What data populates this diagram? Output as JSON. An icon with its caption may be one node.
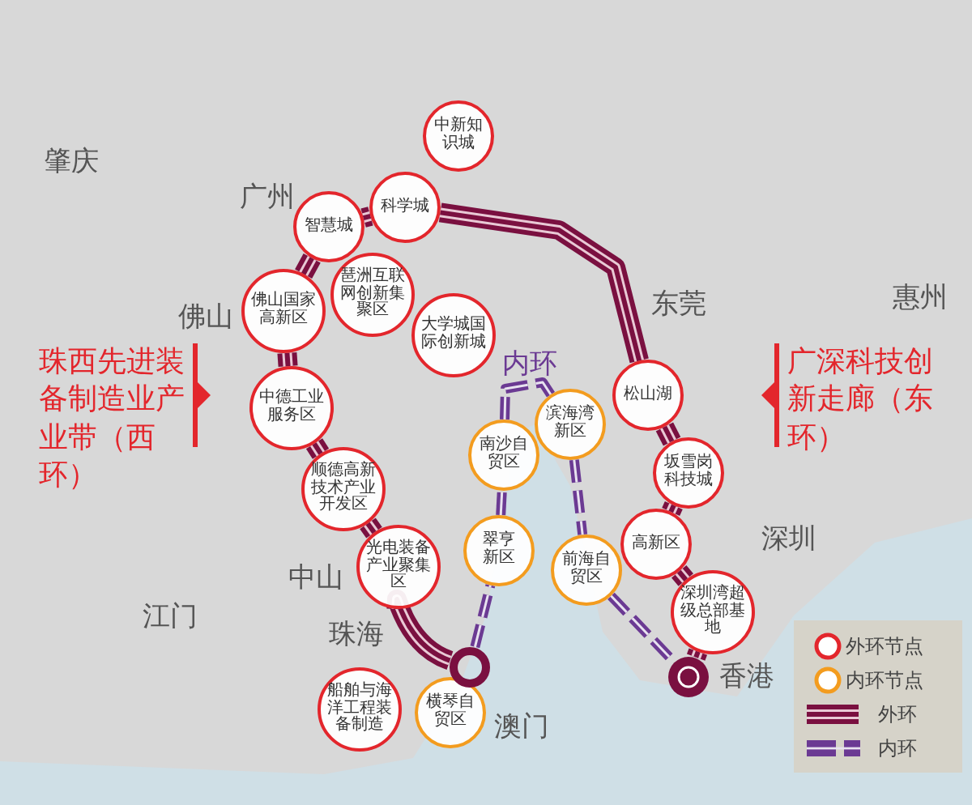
{
  "diagram": {
    "nodes": [
      {
        "text": [
          "中新知识城"
        ]
      },
      {
        "text": [
          "科学城"
        ]
      },
      {
        "text": [
          "智慧城"
        ]
      },
      {
        "text": [
          "琶洲互联网创新集聚区"
        ]
      },
      {
        "text": [
          "大学城国际创新城"
        ]
      },
      {
        "text": [
          "佛山国家高新区"
        ]
      },
      {
        "text": [
          "中德工业服务区"
        ]
      },
      {
        "text": [
          "顺德高新技术产业开发区"
        ]
      },
      {
        "text": [
          "光电装备产业聚集区"
        ]
      },
      {
        "text": [
          "船舶与海洋工程装备制造"
        ]
      },
      {
        "text": [
          "横琴自贸区"
        ]
      },
      {
        "text": [
          "南沙自贸区"
        ]
      },
      {
        "text": [
          "滨海湾新区"
        ]
      },
      {
        "text": [
          "翠亨新区"
        ]
      },
      {
        "text": [
          "前海自贸区"
        ]
      },
      {
        "text": [
          "松山湖"
        ]
      },
      {
        "text": [
          "坂雪岗科技城"
        ]
      },
      {
        "text": [
          "高新区"
        ]
      },
      {
        "text": [
          "深圳湾超级总部基地"
        ]
      },
      {
        "text": [],
        "shape": "circle"
      },
      {
        "text": [],
        "shape": "circle"
      }
    ],
    "edges": [
      {
        "from": 19,
        "to": 8,
        "arrow": "none"
      },
      {
        "from": 8,
        "to": 7,
        "arrow": "none"
      },
      {
        "from": 7,
        "to": 6,
        "arrow": "none"
      },
      {
        "from": 6,
        "to": 5,
        "arrow": "none"
      },
      {
        "from": 5,
        "to": 2,
        "arrow": "none"
      },
      {
        "from": 2,
        "to": 1,
        "arrow": "none"
      },
      {
        "from": 1,
        "to": 15,
        "arrow": "none"
      },
      {
        "from": 15,
        "to": 16,
        "arrow": "none"
      },
      {
        "from": 16,
        "to": 17,
        "arrow": "none"
      },
      {
        "from": 17,
        "to": 18,
        "arrow": "none"
      },
      {
        "from": 18,
        "to": 20,
        "arrow": "none"
      },
      {
        "from": 19,
        "to": 13,
        "arrow": "none",
        "style": "dashed",
        "color": "#6b3a93"
      },
      {
        "from": 13,
        "to": 11,
        "arrow": "none",
        "style": "dashed",
        "color": "#6b3a93"
      },
      {
        "from": 11,
        "to": 12,
        "arrow": "none",
        "style": "dashed",
        "color": "#6b3a93"
      },
      {
        "from": 12,
        "to": 14,
        "arrow": "none",
        "style": "dashed",
        "color": "#6b3a93"
      },
      {
        "from": 14,
        "to": 20,
        "arrow": "none",
        "style": "dashed",
        "color": "#6b3a93"
      }
    ],
    "labels": [
      "肇庆",
      "广州",
      "东莞",
      "惠州",
      "佛山",
      "珠西先进装备制造业产业带（西环）",
      "广深科技创新走廊（东环）",
      "内环",
      "中山",
      "江门",
      "深圳",
      "珠海",
      "香港",
      "澳门"
    ],
    "legend": [
      {
        "text": "外环节点"
      },
      {
        "text": "内环节点"
      },
      {
        "text": "外环"
      },
      {
        "text": "内环"
      }
    ]
  }
}
